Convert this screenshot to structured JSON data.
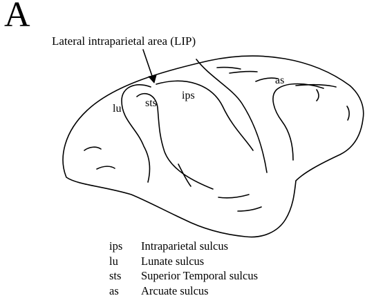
{
  "figure": {
    "panel_letter": "A",
    "title_label": "Lateral intraparietal area (LIP)",
    "sulcus_labels": {
      "lu": "lu",
      "sts": "sts",
      "ips": "ips",
      "as": "as"
    },
    "legend": [
      {
        "abbr": "ips",
        "name": "Intraparietal sulcus"
      },
      {
        "abbr": "lu",
        "name": "Lunate sulcus"
      },
      {
        "abbr": "sts",
        "name": "Superior Temporal sulcus"
      },
      {
        "abbr": "as",
        "name": "Arcuate sulcus"
      }
    ]
  }
}
